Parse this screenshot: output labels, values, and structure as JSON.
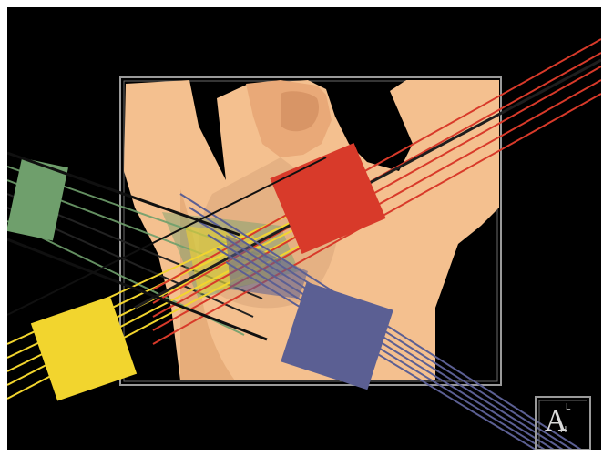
{
  "viewer": {
    "background_color": "#000000",
    "skin_color": "#f4c08f"
  },
  "beams": [
    {
      "name": "red-beam",
      "color": "#d83a2a"
    },
    {
      "name": "green-beam",
      "color": "#6f9f6c"
    },
    {
      "name": "yellow-beam",
      "color": "#f2d52e"
    },
    {
      "name": "blue-beam",
      "color": "#5b5f93"
    }
  ],
  "orientation": {
    "icon": "orientation-cube-icon",
    "letter": "A",
    "superscript": "L",
    "subscript": "H"
  }
}
